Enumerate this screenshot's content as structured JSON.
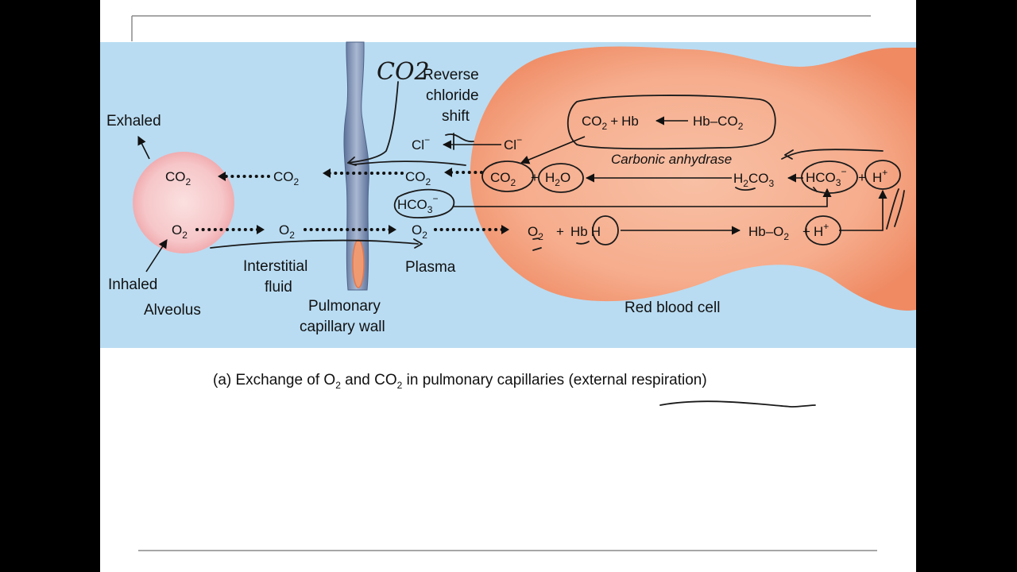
{
  "labels": {
    "exhaled": "Exhaled",
    "inhaled": "Inhaled",
    "alveolus": "Alveolus",
    "interstitial_line1": "Interstitial",
    "interstitial_line2": "fluid",
    "pulmonary_line1": "Pulmonary",
    "pulmonary_line2": "capillary wall",
    "plasma": "Plasma",
    "red_blood_cell": "Red blood cell",
    "reverse_line1": "Reverse",
    "reverse_line2": "chloride",
    "reverse_line3": "shift",
    "carbonic_anhydrase": "Carbonic anhydrase"
  },
  "chem": {
    "co2_main": "CO",
    "co2_sub": "2",
    "o2_main": "O",
    "o2_sub": "2",
    "cl": "Cl",
    "cl_sup": "−",
    "hco3_main": "HCO",
    "hco3_sub": "3",
    "hco3_sup": "−",
    "h2o_h": "H",
    "h2o_sub": "2",
    "h2o_o": "O",
    "h2co3_h": "H",
    "h2co3_sub1": "2",
    "h2co3_co": "CO",
    "h2co3_sub2": "3",
    "hb": "Hb",
    "plus": "+",
    "hb_co2": "Hb–CO",
    "hb_h_pre": "Hb",
    "hb_h": "H",
    "hb_o2": "Hb–O",
    "h_plus": "H",
    "h_sup": "+"
  },
  "handwriting": {
    "co2_note": "CO2"
  },
  "caption": {
    "prefix": "(a) Exchange of O",
    "sub1": "2",
    "mid": " and CO",
    "sub2": "2",
    "suffix_plain": " in pulmonary capillaries ",
    "suffix_paren": "(external respiration)"
  },
  "colors": {
    "background_panel": "#b9dcf2",
    "alveolus_fill": "#f5c4c6",
    "rbc_fill": "#f4a07f",
    "capillary_wall": "#7f95b7",
    "slide_rule": "#8a8a8a"
  }
}
